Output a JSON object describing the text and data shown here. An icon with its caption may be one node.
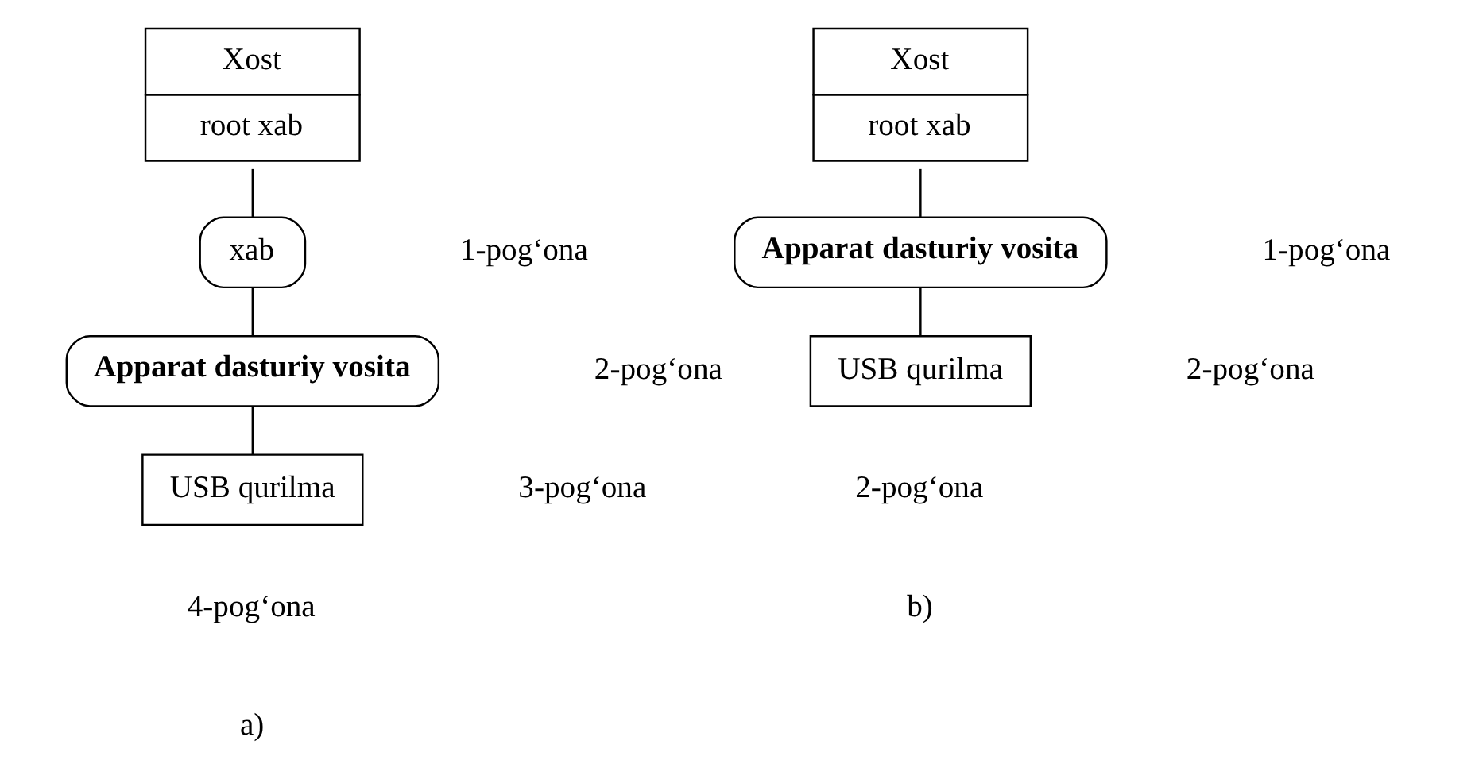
{
  "diagram": {
    "nodes": [
      {
        "text": [
          "Xost",
          "root xab"
        ]
      },
      {
        "text": [
          "xab"
        ]
      },
      {
        "text": [
          "Apparat dasturiy vosita"
        ]
      },
      {
        "text": [
          "USB qurilma"
        ]
      },
      {
        "text": [
          "Xost",
          "root xab"
        ]
      },
      {
        "text": [
          "Apparat dasturiy vosita"
        ]
      },
      {
        "text": [
          "USB qurilma"
        ]
      }
    ],
    "edges": [
      {
        "from": 0,
        "to": 1,
        "arrow": "none"
      },
      {
        "from": 1,
        "to": 2,
        "arrow": "none"
      },
      {
        "from": 2,
        "to": 3,
        "arrow": "none"
      },
      {
        "from": 4,
        "to": 5,
        "arrow": "none"
      },
      {
        "from": 5,
        "to": 6,
        "arrow": "none"
      }
    ],
    "labels": [
      "1-pog‘ona",
      "2-pog‘ona",
      "3-pog‘ona",
      "4-pog‘ona",
      "a)",
      "1-pog‘ona",
      "2-pog‘ona",
      "2-pog‘ona",
      "b)"
    ]
  }
}
